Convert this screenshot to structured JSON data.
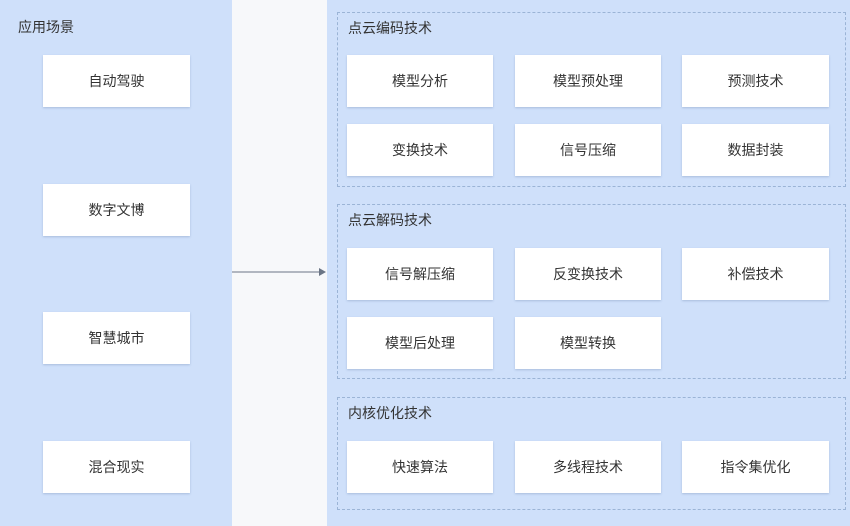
{
  "left_panel": {
    "title": "应用场景",
    "items": [
      "自动驾驶",
      "数字文博",
      "智慧城市",
      "混合现实"
    ]
  },
  "groups": [
    {
      "title": "点云编码技术",
      "items": [
        "模型分析",
        "模型预处理",
        "预测技术",
        "变换技术",
        "信号压缩",
        "数据封装"
      ]
    },
    {
      "title": "点云解码技术",
      "items": [
        "信号解压缩",
        "反变换技术",
        "补偿技术",
        "模型后处理",
        "模型转换"
      ]
    },
    {
      "title": "内核优化技术",
      "items": [
        "快速算法",
        "多线程技术",
        "指令集优化"
      ]
    }
  ],
  "colors": {
    "panel_bg": "#cfe0fa",
    "card_bg": "#ffffff",
    "border_dashed": "#9bb4d6",
    "arrow": "#6b7585"
  }
}
